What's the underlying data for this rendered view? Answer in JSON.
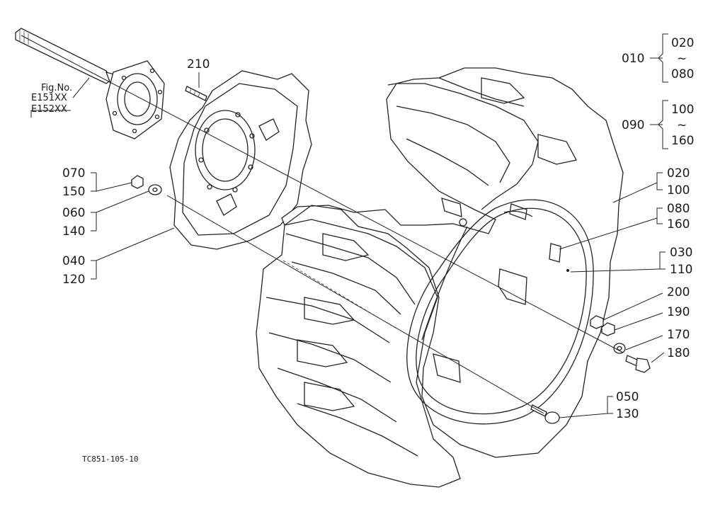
{
  "figure_ref": {
    "line1": "Fig.No.",
    "line2": "E151XX",
    "line3": "E152XX"
  },
  "drawing_code": "TC851-105-10",
  "callouts": {
    "c210": "210",
    "c070": "070",
    "c150": "150",
    "c060": "060",
    "c140": "140",
    "c040": "040",
    "c120": "120",
    "c010": "010",
    "c020a": "020",
    "c080a": "080",
    "c090": "090",
    "c100a": "100",
    "c160a": "160",
    "c020b": "020",
    "c100b": "100",
    "c080b": "080",
    "c160b": "160",
    "c030": "030",
    "c110": "110",
    "c200": "200",
    "c190": "190",
    "c170": "170",
    "c180": "180",
    "c050": "050",
    "c130": "130",
    "tilde": "~"
  }
}
